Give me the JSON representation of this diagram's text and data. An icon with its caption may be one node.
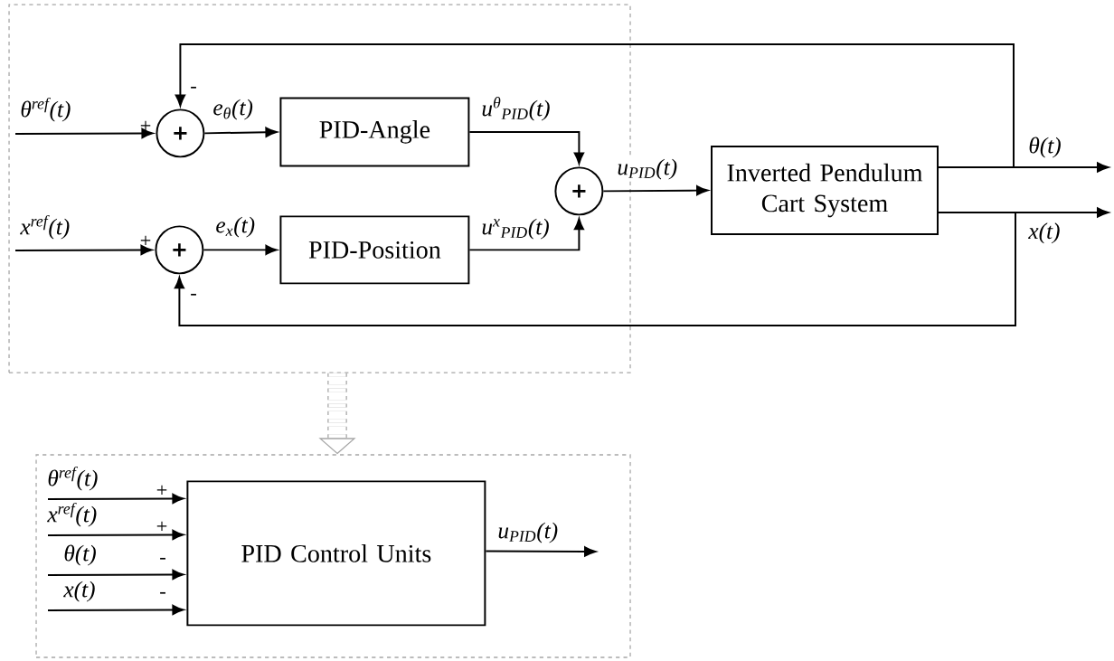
{
  "diagram": {
    "nodes": [
      {
        "text": [],
        "shape": "box"
      },
      {
        "text": [
          "+"
        ],
        "in": 0
      },
      {
        "text": [
          "PID-Angle"
        ],
        "in": 0
      },
      {
        "text": [
          "+"
        ],
        "in": 0
      },
      {
        "text": [
          "PID-Position"
        ],
        "in": 0
      },
      {
        "text": [
          "+"
        ],
        "in": 0
      },
      {
        "text": [
          "Inverted Pendulum Cart System"
        ]
      },
      {
        "text": [],
        "shape": "box"
      },
      {
        "text": [
          "PID Control Units"
        ],
        "in": 7
      }
    ],
    "edges": [
      {
        "from": null,
        "to": 1,
        "arrow": "to",
        "label": "θ$^{ref}$(t)"
      },
      {
        "from": 1,
        "to": 2,
        "arrow": "to",
        "label": "e$_{θ}$(t)"
      },
      {
        "from": 2,
        "to": 5,
        "arrow": "to",
        "label": "u$^{θ}$$_{PID}$(t)"
      },
      {
        "from": null,
        "to": 3,
        "arrow": "to",
        "label": "x$^{ref}$(t)"
      },
      {
        "from": 3,
        "to": 4,
        "arrow": "to",
        "label": "e$_{x}$(t)"
      },
      {
        "from": 4,
        "to": 5,
        "arrow": "to",
        "label": "u$^{x}$$_{PID}$(t)"
      },
      {
        "from": 5,
        "to": 6,
        "arrow": "to",
        "label": "u$_{PID}$(t)"
      },
      {
        "from": 6,
        "to": null,
        "arrow": "to",
        "label": "θ(t)"
      },
      {
        "from": 6,
        "to": null,
        "arrow": "to",
        "label": "x(t)"
      },
      {
        "from": 6,
        "to": 1,
        "arrow": "to"
      },
      {
        "from": 6,
        "to": 3,
        "arrow": "to"
      },
      {
        "from": 0,
        "to": 7,
        "arrow": "to",
        "style": "dashed",
        "color": "#a6a6a6"
      },
      {
        "from": null,
        "to": 8,
        "arrow": "to",
        "label": "θ$^{ref}$(t)"
      },
      {
        "from": null,
        "to": 8,
        "arrow": "to",
        "label": "x$^{ref}$(t)"
      },
      {
        "from": null,
        "to": 8,
        "arrow": "to",
        "label": "θ(t)"
      },
      {
        "from": null,
        "to": 8,
        "arrow": "to",
        "label": "x(t)"
      },
      {
        "from": 8,
        "to": null,
        "arrow": "to",
        "label": "u$_{PID}$(t)"
      }
    ],
    "labels": [
      "-",
      "+",
      "+",
      "-",
      "+",
      "+",
      "-",
      "-"
    ]
  }
}
